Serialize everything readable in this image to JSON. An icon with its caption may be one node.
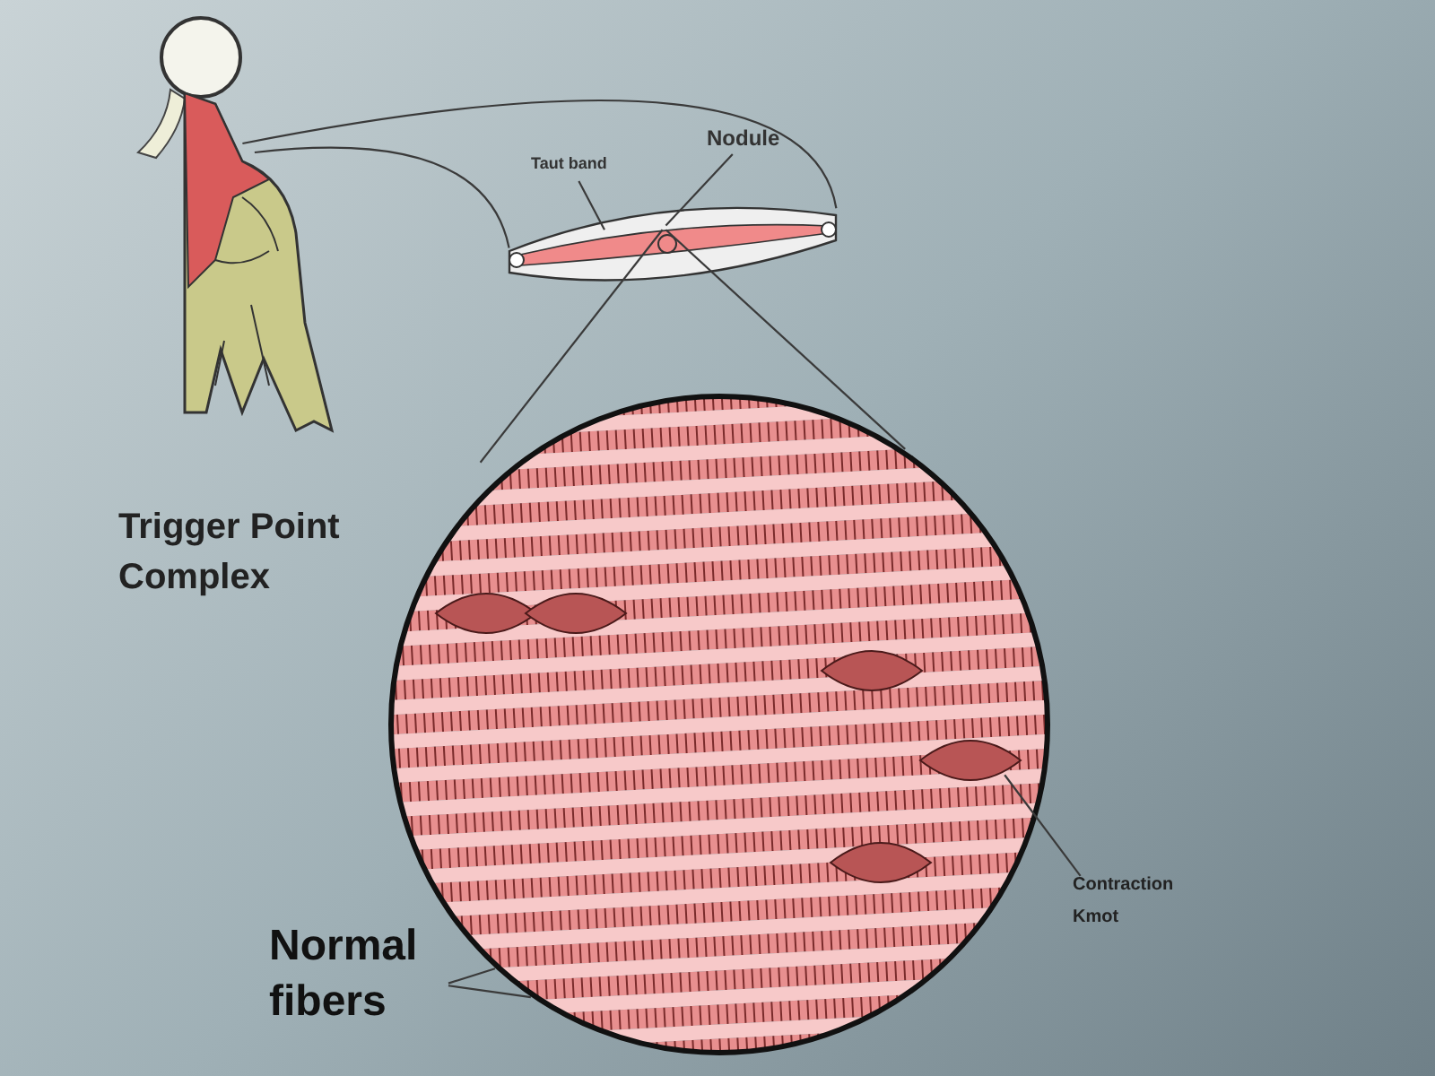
{
  "diagram": {
    "nodes": [
      {
        "text": [],
        "shape": "picture"
      },
      {
        "text": [],
        "shape": "picture"
      },
      {
        "text": [],
        "shape": "circle"
      },
      {
        "text": [
          "Taut band"
        ]
      },
      {
        "text": [
          "Nodule"
        ]
      },
      {
        "text": [
          "Contraction Kmot"
        ]
      },
      {
        "text": [
          "Normal fibers"
        ]
      }
    ],
    "edges": [
      {
        "from": 0,
        "to": 1,
        "arrow": "none"
      },
      {
        "from": 0,
        "to": 1,
        "arrow": "none"
      },
      {
        "from": 1,
        "to": 2,
        "arrow": "none"
      },
      {
        "from": 1,
        "to": 2,
        "arrow": "none"
      },
      {
        "from": 3,
        "to": 1,
        "arrow": "none"
      },
      {
        "from": 4,
        "to": 1,
        "arrow": "none"
      },
      {
        "from": 5,
        "to": 2,
        "arrow": "none"
      },
      {
        "from": 6,
        "to": 2,
        "arrow": "none"
      },
      {
        "from": 6,
        "to": 2,
        "arrow": "none"
      }
    ],
    "labels": [
      "Trigger Point Complex"
    ]
  }
}
